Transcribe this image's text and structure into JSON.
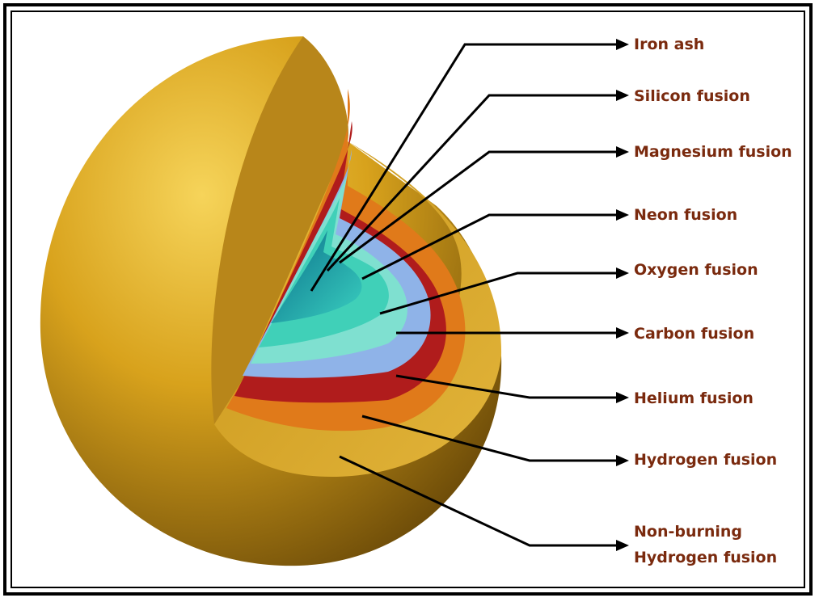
{
  "labels": [
    {
      "id": "iron-ash",
      "text": "Iron ash"
    },
    {
      "id": "silicon-fusion",
      "text": "Silicon fusion"
    },
    {
      "id": "magnesium-fusion",
      "text": "Magnesium fusion"
    },
    {
      "id": "neon-fusion",
      "text": "Neon fusion"
    },
    {
      "id": "oxygen-fusion",
      "text": "Oxygen fusion"
    },
    {
      "id": "carbon-fusion",
      "text": "Carbon fusion"
    },
    {
      "id": "helium-fusion",
      "text": "Helium fusion"
    },
    {
      "id": "hydrogen-fusion",
      "text": "Hydrogen fusion"
    },
    {
      "id": "non-burning-hydrogen-fusion",
      "text_line1": "Non-burning",
      "text_line2": "Hydrogen fusion"
    }
  ],
  "colors": {
    "label_text": "#7a2a0e",
    "outer_shell": "#d8a21c",
    "hydrogen_layer": "#e07a1a",
    "helium_layer": "#b01c1c",
    "carbon_layer": "#8fb3e8",
    "oxygen_layer": "#7fe0d0",
    "neon_layer": "#40d0b8",
    "core": "#1a9ab0"
  }
}
